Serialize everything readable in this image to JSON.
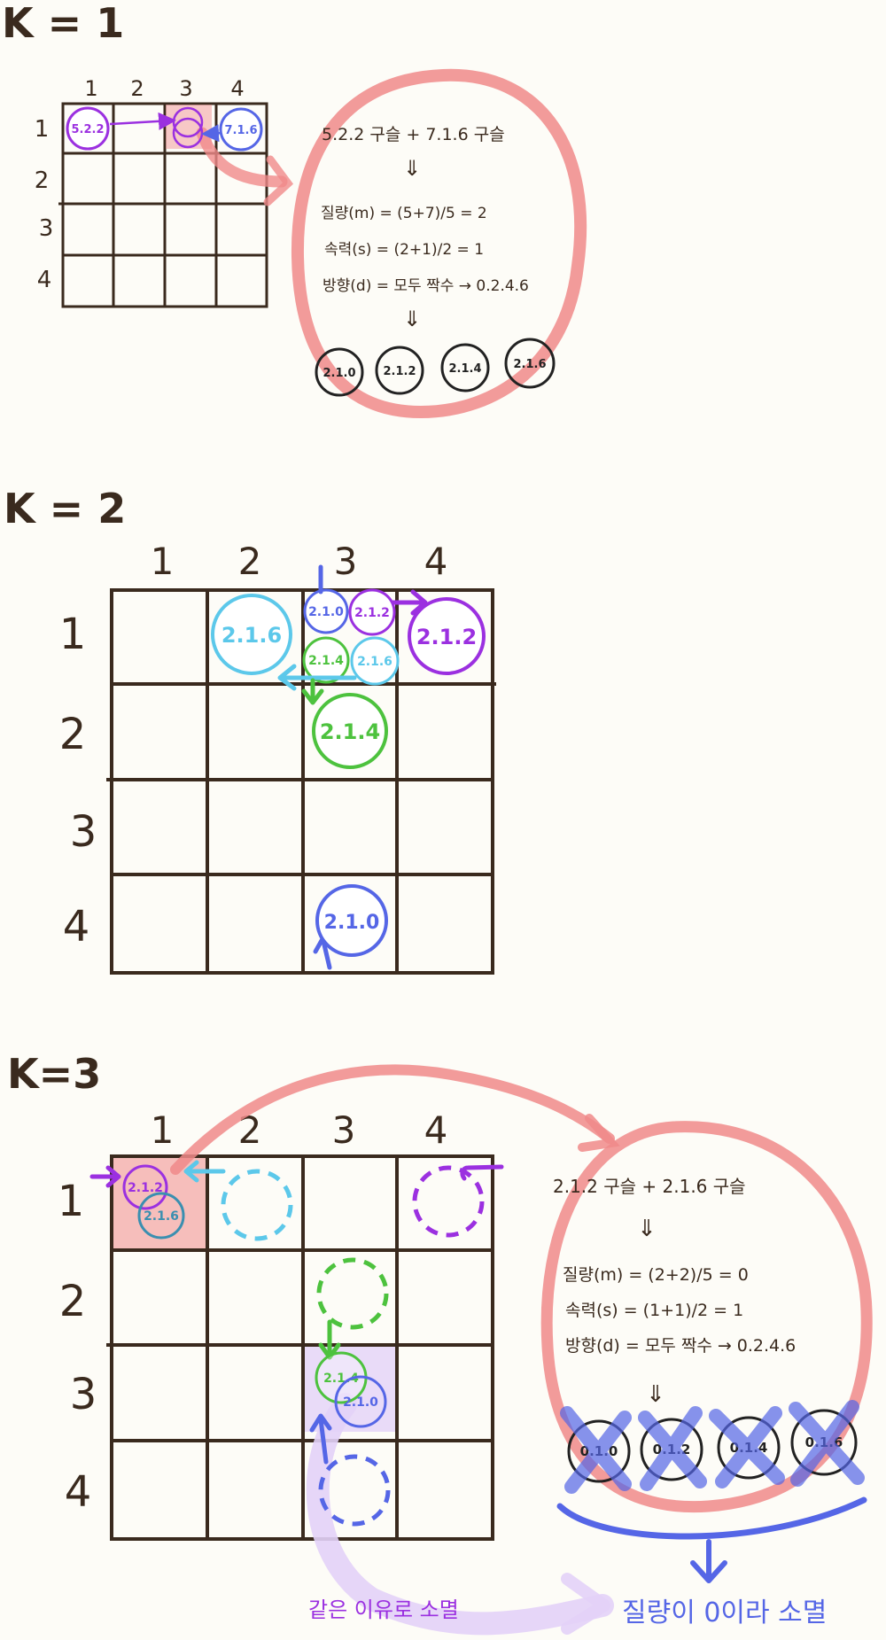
{
  "sections": [
    {
      "heading": "K = 1",
      "col_labels": [
        "1",
        "2",
        "3",
        "4"
      ],
      "row_labels": [
        "1",
        "2",
        "3",
        "4"
      ],
      "balls": [
        {
          "label": "5.2.2",
          "color": "#9b30e0"
        },
        {
          "label": "7.1.6",
          "color": "#5566e6"
        }
      ],
      "note": {
        "line1": "5.2.2 구슬  +  7.1.6 구슬",
        "arrow1": "⇓",
        "mass": "질량(m) = (5+7)/5  = 2",
        "speed": "속력(s) = (2+1)/2 = 1",
        "direction": "방향(d) = 모두 짝수 → 0.2.4.6",
        "arrow2": "⇓",
        "results": [
          "2.1.0",
          "2.1.2",
          "2.1.4",
          "2.1.6"
        ]
      }
    },
    {
      "heading": "K = 2",
      "col_labels": [
        "1",
        "2",
        "3",
        "4"
      ],
      "row_labels": [
        "1",
        "2",
        "3",
        "4"
      ],
      "small_balls": [
        "2.1.0",
        "2.1.2",
        "2.1.4",
        "2.1.6"
      ],
      "moved_balls": [
        {
          "label": "2.1.6",
          "color": "#5cc8ea"
        },
        {
          "label": "2.1.2",
          "color": "#9b30e0"
        },
        {
          "label": "2.1.4",
          "color": "#4dc23e"
        },
        {
          "label": "2.1.0",
          "color": "#5566e6"
        }
      ]
    },
    {
      "heading": "K=3",
      "col_labels": [
        "1",
        "2",
        "3",
        "4"
      ],
      "row_labels": [
        "1",
        "2",
        "3",
        "4"
      ],
      "merge_a": [
        "2.1.2",
        "2.1.6"
      ],
      "merge_b": [
        "2.1.4",
        "2.1.0"
      ],
      "note": {
        "line1": "2.1.2 구슬  +   2.1.6 구슬",
        "arrow1": "⇓",
        "mass": "질량(m) = (2+2)/5 = 0",
        "speed": "속력(s) = (1+1)/2 = 1",
        "direction": "방향(d) = 모두 짝수 → 0.2.4.6",
        "arrow2": "⇓",
        "results": [
          "0.1.0",
          "0.1.2",
          "0.1.4",
          "0.1.6"
        ]
      },
      "caption_left": "같은 이유로 소멸",
      "caption_right": "질량이  0이라  소멸"
    }
  ],
  "colors": {
    "ink": "#3a2a1e",
    "pink": "#f08a8a",
    "purple": "#9b30e0",
    "blue": "#5566e6",
    "cyan": "#5cc8ea",
    "green": "#4dc23e",
    "lavender": "#e3d2f7"
  }
}
